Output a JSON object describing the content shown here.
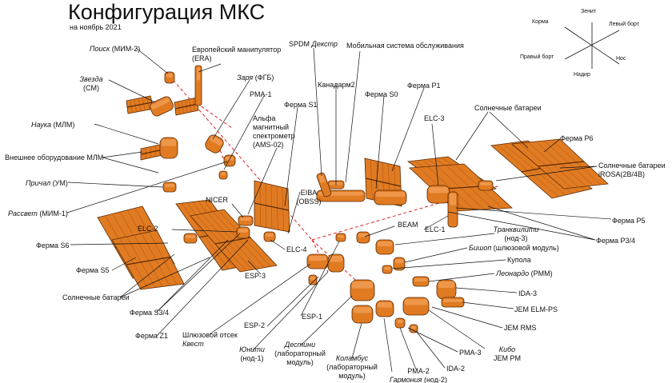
{
  "title": "Конфигурация МКС",
  "subtitle": "на ноябрь 2021",
  "compass": {
    "zenith": "Зенит",
    "aft": "Корма",
    "port": "Левый борт",
    "starboard": "Правый борт",
    "forward": "Нос",
    "nadir": "Надир"
  },
  "labels": {
    "poisk_name": "Поиск",
    "poisk_code": " (МИМ-2)",
    "zvezda_name": "Звезда",
    "zvezda_code": "(СМ)",
    "nauka_name": "Наука",
    "nauka_code": " (МЛМ)",
    "mlm_outfit": "Внешнее оборудование МЛМ",
    "prichal_name": "Причал",
    "prichal_code": " (УМ)",
    "rassvet_name": "Рассвет",
    "rassvet_code": " (МИМ-1)",
    "era_line1": "Европейский манипулятор",
    "era_line2": "(ERA)",
    "zarya_name": "Заря",
    "zarya_code": " (ФГБ)",
    "pma1": "PMA-1",
    "ams_line1": "Альфа",
    "ams_line2": "магнитный",
    "ams_line3": "спектрометр",
    "ams_line4": "(AMS-02)",
    "spdm_code": "SPDM ",
    "spdm_name": "Декстр",
    "mss": "Мобильная система обслуживания",
    "canadarm2": "Канадарм2",
    "truss_s1": "Ферма S1",
    "truss_s0": "Ферма S0",
    "truss_p1": "Ферма P1",
    "elc3": "ELC-3",
    "solar_top": "Солнечные батареи",
    "truss_p6": "Ферма P6",
    "irosa_line1": "Солнечные батареи",
    "irosa_line2": "iROSA(2B/4B)",
    "truss_p5": "Ферма P5",
    "truss_p34": "Ферма P3/4",
    "eiba_line1": "EIBA",
    "eiba_line2": "(OBSS)",
    "nicer": "NICER",
    "elc2": "ELC-2",
    "truss_s6": "Ферма S6",
    "truss_s5": "Ферма S5",
    "solar_bottom": "Солнечные батареи",
    "truss_s34": "Ферма S3/4",
    "truss_z1": "Ферма Z1",
    "elc4": "ELC-4",
    "esp3": "ESP-3",
    "beam": "BEAM",
    "elc1": "ELC-1",
    "tranquility_name": "Транквилити",
    "tranquility_code": "(нод-3)",
    "bishop_name": "Бишоп",
    "bishop_code": " (шлюзовой модуль)",
    "cupola": "Купола",
    "leonardo_name": "Леонардо",
    "leonardo_code": " (PMM)",
    "ida3": "IDA-3",
    "jem_elmps": "JEM ELM-PS",
    "jem_rms": "JEM RMS",
    "kibo_name": "Кибо",
    "kibo_code": "JEM PM",
    "pma3": "PMA-3",
    "ida2": "IDA-2",
    "pma2": "PMA-2",
    "harmony_name": "Гармония",
    "harmony_code": " (нод-2)",
    "columbus_name": "Коламбус",
    "columbus_line2": "(лабораторный",
    "columbus_line3": "модуль)",
    "destiny_name": "Дестини",
    "destiny_line2": "(лабораторный",
    "destiny_line3": "модуль)",
    "unity_name": "Юнити",
    "unity_code": "(нод-1)",
    "esp1": "ESP-1",
    "esp2": "ESP-2",
    "quest_line1": "Шлюзовой отсек",
    "quest_name": "Квест"
  },
  "colors": {
    "module_fill": "#e07b22",
    "module_dark": "#a94f10",
    "module_light": "#f3a45c",
    "outline": "#5a2a05",
    "connector": "#e02020",
    "leader": "#111111"
  }
}
